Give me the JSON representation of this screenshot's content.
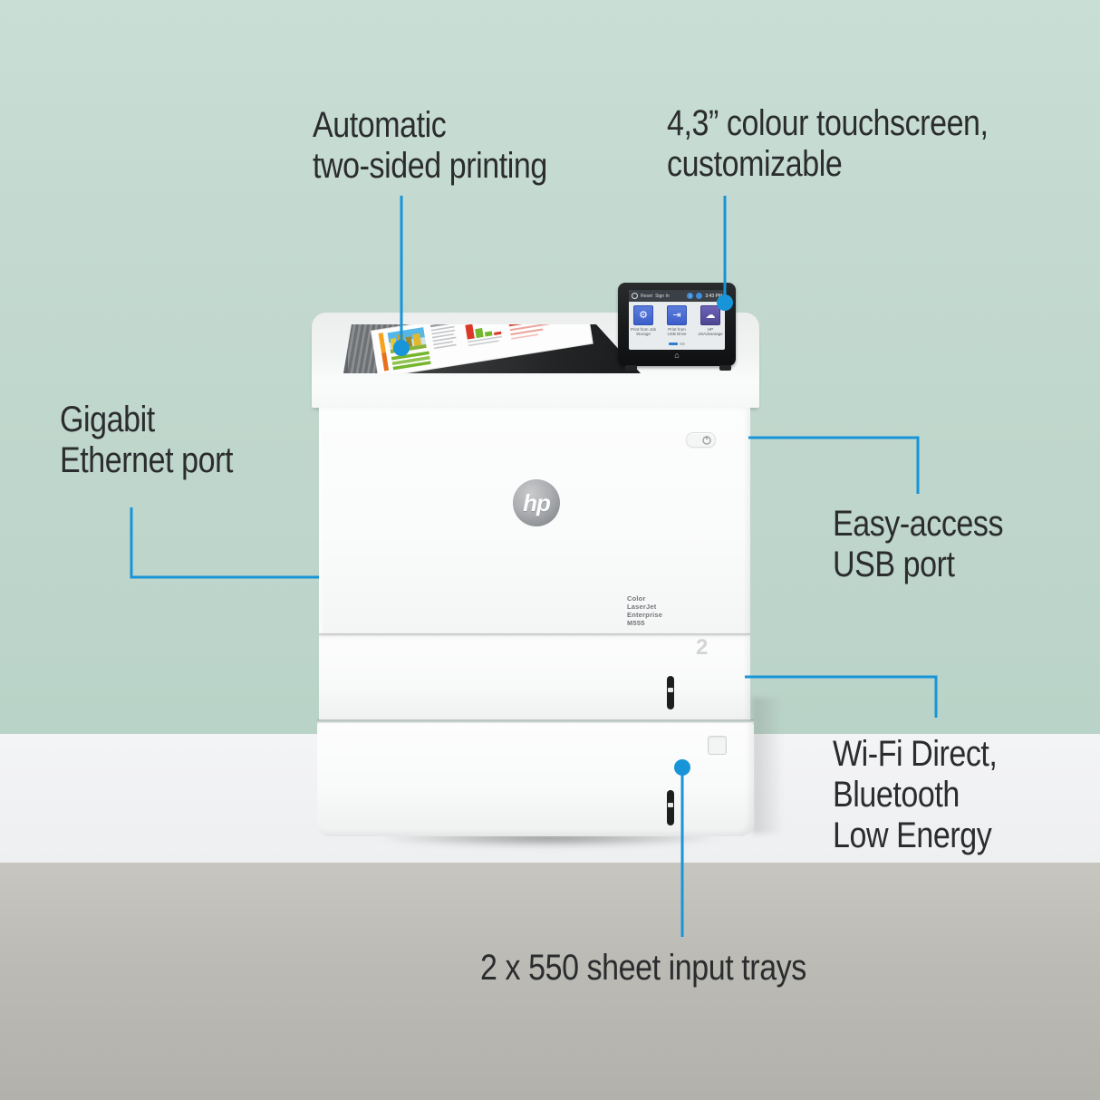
{
  "colors": {
    "accent_blue": "#1895d8",
    "wall_green": "#c0d7cd",
    "wall_light": "#f0f1f3",
    "floor_gray": "#bcbbb5",
    "label_text": "#2b2c2e"
  },
  "callouts": {
    "duplex": "Automatic\ntwo-sided printing",
    "touchscreen": "4,3” colour touchscreen,\ncustomizable",
    "ethernet": "Gigabit\nEthernet port",
    "usb": "Easy-access\nUSB port",
    "wifi": "Wi-Fi Direct,\nBluetooth\nLow Energy",
    "trays": "2 x 550 sheet input trays"
  },
  "printer": {
    "logo_text": "hp",
    "model_label": "Color LaserJet Enterprise M555",
    "tray2_marking": "2"
  },
  "touchscreen": {
    "statusbar": {
      "menu_left": "Reset",
      "menu_right": "Sign In",
      "info_icon": "i",
      "time": "3:43 PM"
    },
    "tiles": [
      {
        "label": "Print from Job Storage",
        "icon": "gear"
      },
      {
        "label": "Print from USB Drive",
        "icon": "usb"
      },
      {
        "label": "HP JetAdvantage",
        "icon": "cloud"
      }
    ],
    "home_icon": "⌂"
  },
  "icons": {
    "gear": "⚙",
    "cloud": "☁",
    "usb": "⇥",
    "home": "⌂"
  }
}
